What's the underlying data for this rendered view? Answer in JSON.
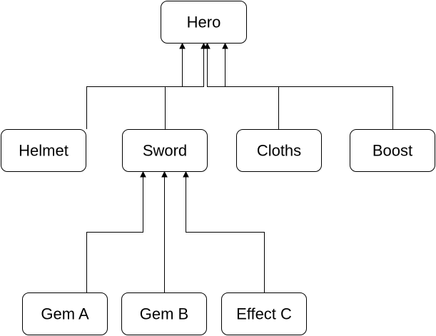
{
  "diagram": {
    "nodes": {
      "hero": "Hero",
      "helmet": "Helmet",
      "sword": "Sword",
      "cloths": "Cloths",
      "boost": "Boost",
      "gem_a": "Gem A",
      "gem_b": "Gem B",
      "effect_c": "Effect C"
    },
    "edges": [
      {
        "from": "helmet",
        "to": "hero"
      },
      {
        "from": "sword",
        "to": "hero"
      },
      {
        "from": "cloths",
        "to": "hero"
      },
      {
        "from": "boost",
        "to": "hero"
      },
      {
        "from": "gem_a",
        "to": "sword"
      },
      {
        "from": "gem_b",
        "to": "sword"
      },
      {
        "from": "effect_c",
        "to": "sword"
      }
    ]
  },
  "colors": {
    "stroke": "#000000",
    "fill": "#ffffff",
    "text": "#000000"
  }
}
